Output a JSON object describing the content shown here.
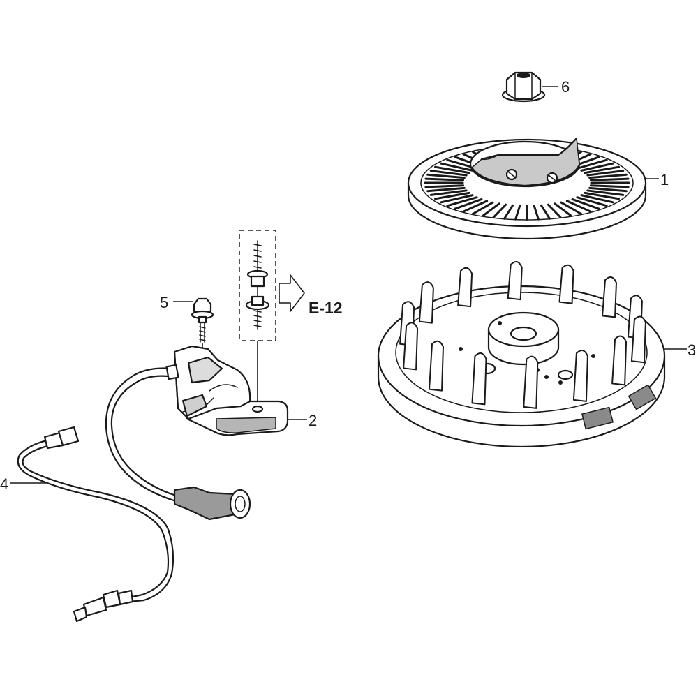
{
  "callouts": {
    "c1": "1",
    "c2": "2",
    "c3": "3",
    "c4": "4",
    "c5": "5",
    "c6": "6"
  },
  "reference": {
    "label": "E-12",
    "arrow_icon": "right-arrow-icon"
  },
  "parts": [
    {
      "callout": "1",
      "icon": "cooling-fan-icon"
    },
    {
      "callout": "2",
      "icon": "ignition-coil-icon"
    },
    {
      "callout": "3",
      "icon": "flywheel-icon"
    },
    {
      "callout": "4",
      "icon": "stop-switch-wire-icon"
    },
    {
      "callout": "5",
      "icon": "flange-bolt-icon"
    },
    {
      "callout": "6",
      "icon": "flange-nut-icon"
    }
  ],
  "colors": {
    "line": "#1a1a1a",
    "background": "#ffffff",
    "shade": "#8a8a8a"
  }
}
